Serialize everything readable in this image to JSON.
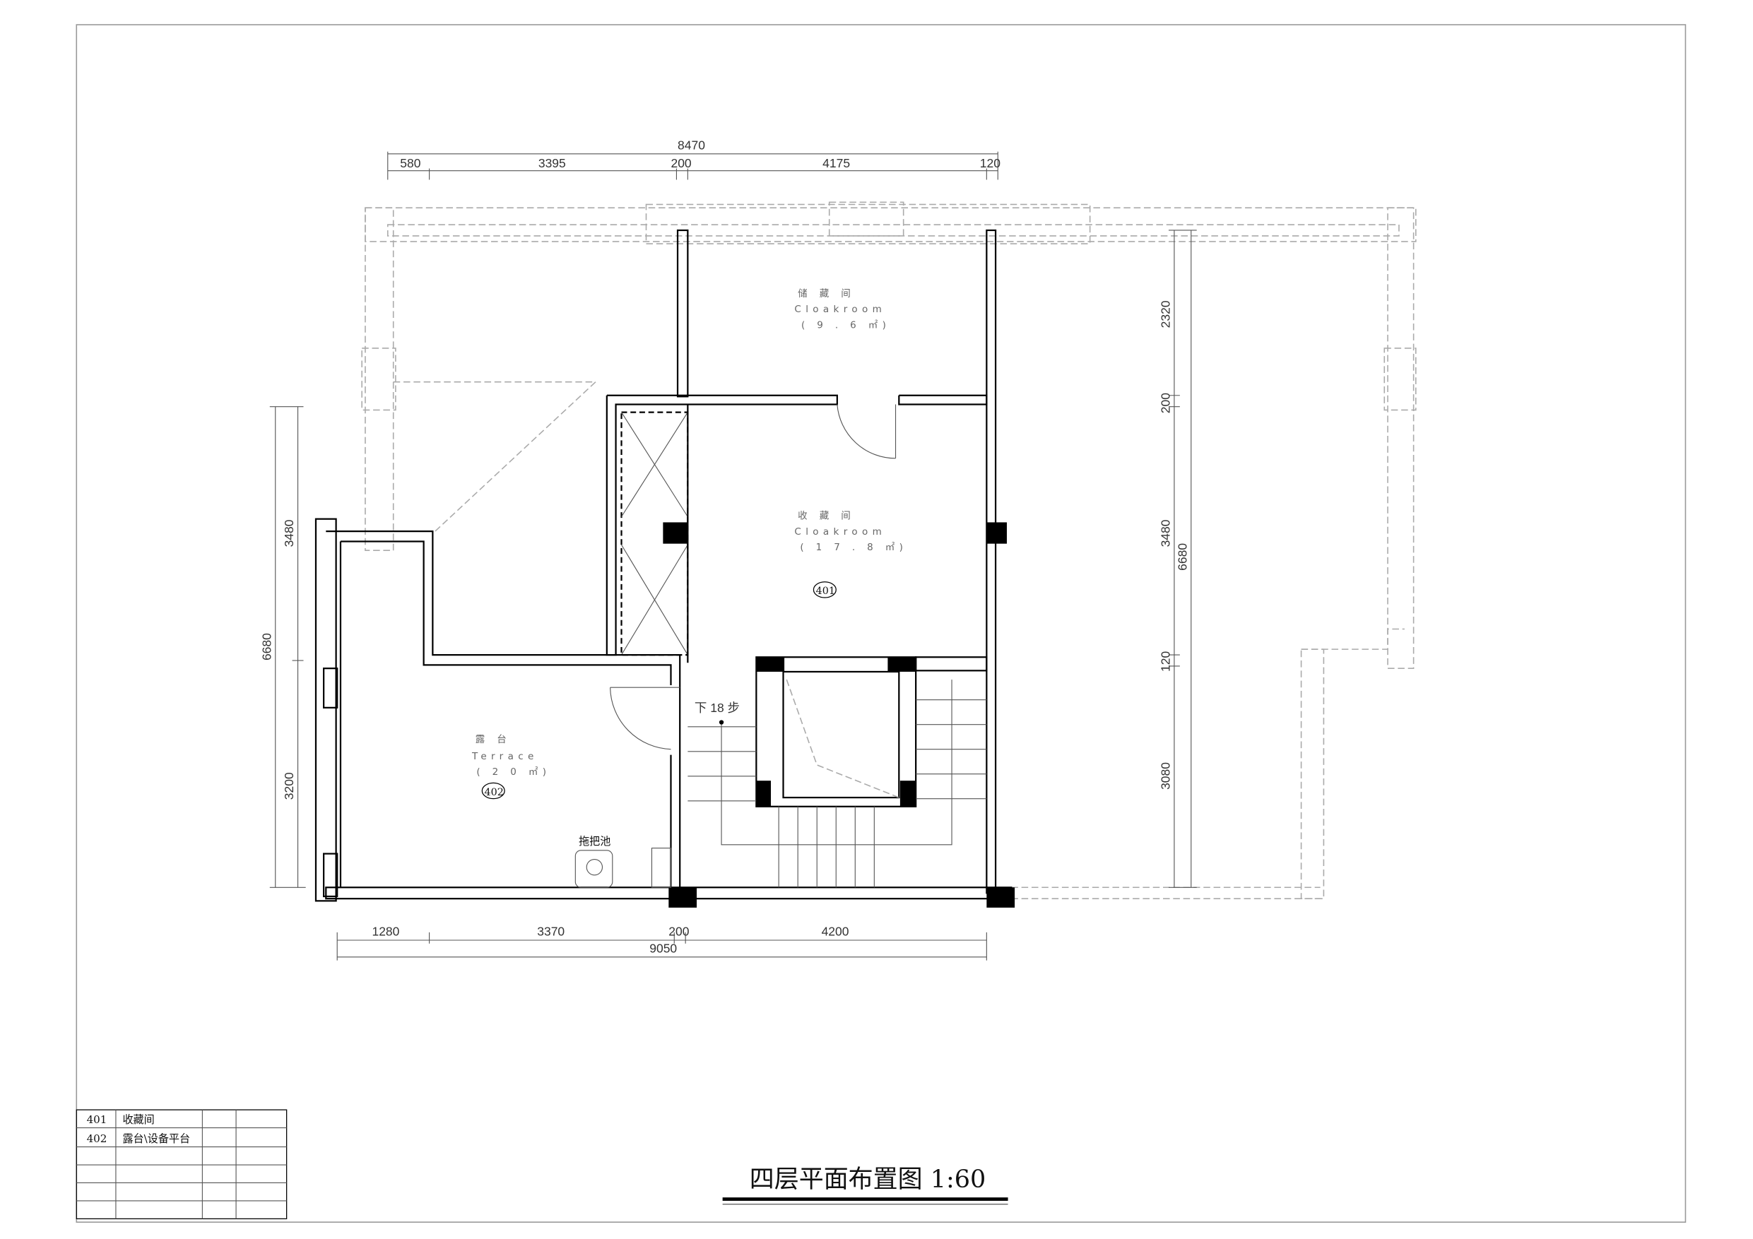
{
  "title": "四层平面布置图 1:60",
  "top_dims": {
    "total": "8470",
    "segments": [
      "580",
      "3395",
      "200",
      "4175",
      "120"
    ]
  },
  "bottom_dims": {
    "total": "9050",
    "segments": [
      "1280",
      "3370",
      "200",
      "4200"
    ]
  },
  "left_dims": {
    "total": "6680",
    "segments": [
      "3480",
      "3200"
    ]
  },
  "right_dims": {
    "total": "6680",
    "segments": [
      "2320",
      "200",
      "3480",
      "120",
      "3080"
    ]
  },
  "rooms": [
    {
      "name_cn": "储 藏 间",
      "name_en": "Cloakroom",
      "area": "( 9 . 6 ㎡)"
    },
    {
      "name_cn": "收 藏 间",
      "name_en": "Cloakroom",
      "area": "( 1 7 . 8 ㎡)",
      "tag": "401"
    },
    {
      "name_cn": "露 台",
      "name_en": "Terrace",
      "area": "( 2 0 ㎡)",
      "tag": "402"
    }
  ],
  "stair_label": "下 18 步",
  "mop_sink_label": "拖把池",
  "legend_table": [
    {
      "code": "401",
      "name": "收藏间"
    },
    {
      "code": "402",
      "name": "露台\\设备平台"
    }
  ]
}
